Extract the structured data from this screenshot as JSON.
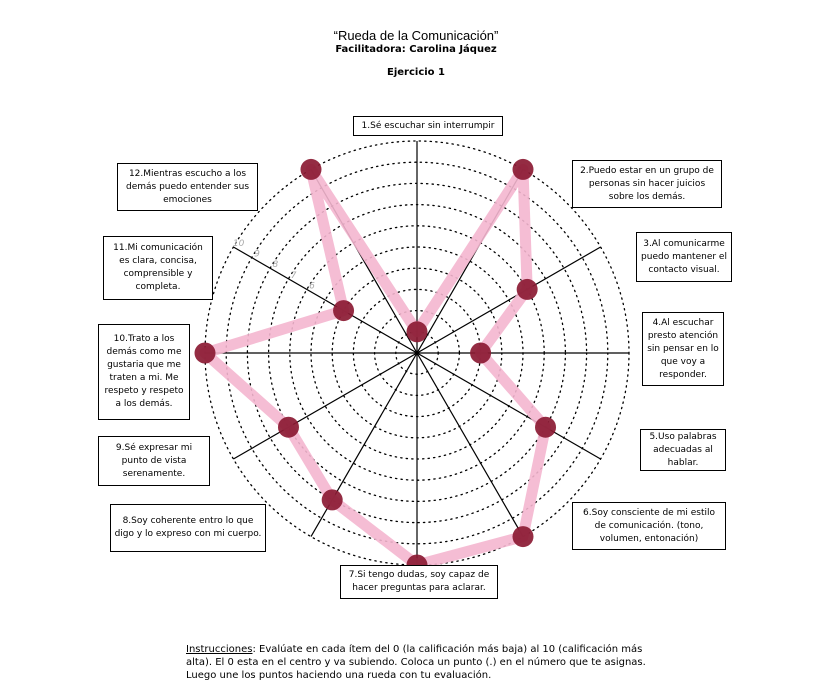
{
  "header": {
    "title": "“Rueda de la Comunicación”",
    "facilitator": "Facilitadora:  Carolina Jáquez",
    "exercise": "Ejercicio 1"
  },
  "items": [
    {
      "label": "1.Sé escuchar sin interrumpir",
      "score": 1
    },
    {
      "label": "2.Puedo estar en un grupo de personas sin hacer juicios sobre los demás.",
      "score": 10
    },
    {
      "label": "3.Al comunicarme puedo mantener el contacto visual.",
      "score": 6
    },
    {
      "label": "4.Al escuchar presto atención sin pensar en lo que voy a responder.",
      "score": 3
    },
    {
      "label": "5.Uso palabras adecuadas al hablar.",
      "score": 7
    },
    {
      "label": "6.Soy consciente de mi estilo de comunicación. (tono, volumen, entonación)",
      "score": 10
    },
    {
      "label": "7.Si tengo dudas, soy capaz de hacer preguntas para aclarar.",
      "score": 10
    },
    {
      "label": "8.Soy coherente entro lo que digo y lo expreso con mi cuerpo.",
      "score": 8
    },
    {
      "label": "9.Sé expresar mi punto de vista serenamente.",
      "score": 7
    },
    {
      "label": "10.Trato a los demás como me gustaria que me traten a mi.  Me respeto y respeto a los demás.",
      "score": 10
    },
    {
      "label": "11.Mi comunicación es clara, concisa, comprensible y completa.",
      "score": 4
    },
    {
      "label": "12.Mientras escucho a los demás puedo entender sus emociones",
      "score": 10
    }
  ],
  "scale": {
    "min": 0,
    "max": 10,
    "visible_ticks": [
      "10",
      "9",
      "8",
      "7",
      "6"
    ]
  },
  "colors": {
    "trace": "#f4b6cf",
    "dot": "#8b1a33",
    "grid": "#000000"
  },
  "instructions": {
    "label": "Instrucciones",
    "text": ":  Evalúate en cada ítem del 0  (la calificación más baja)   al 10  (calificación más alta). El 0 esta en el centro y va subiendo.  Coloca un punto (.) en el número que te asignas. Luego une los puntos haciendo una rueda con tu evaluación."
  }
}
